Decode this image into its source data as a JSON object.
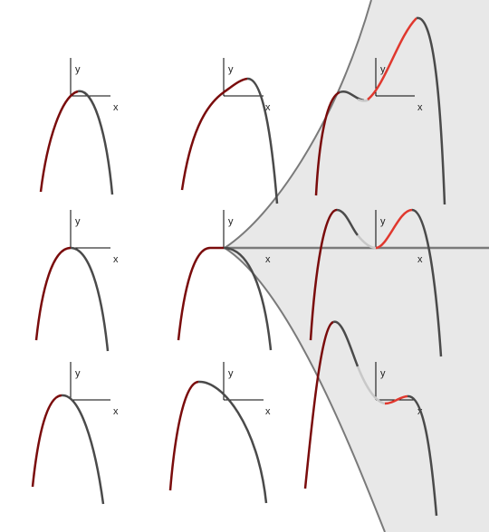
{
  "axis_labels": {
    "x": "x",
    "y": "y"
  },
  "colors": {
    "region_fill": "#e8e8e8",
    "region_edge": "#7a7a7a",
    "axis": "#000000",
    "curve_dark_red": "#7a0c0c",
    "curve_red": "#e0382e",
    "curve_gray": "#4a4a4a",
    "curve_light": "#c8c8c8"
  },
  "panels": [
    {
      "id": "r1c1"
    },
    {
      "id": "r1c2"
    },
    {
      "id": "r1c3"
    },
    {
      "id": "r2c1"
    },
    {
      "id": "r2c2"
    },
    {
      "id": "r2c3"
    },
    {
      "id": "r3c1"
    },
    {
      "id": "r3c2"
    },
    {
      "id": "r3c3"
    }
  ]
}
